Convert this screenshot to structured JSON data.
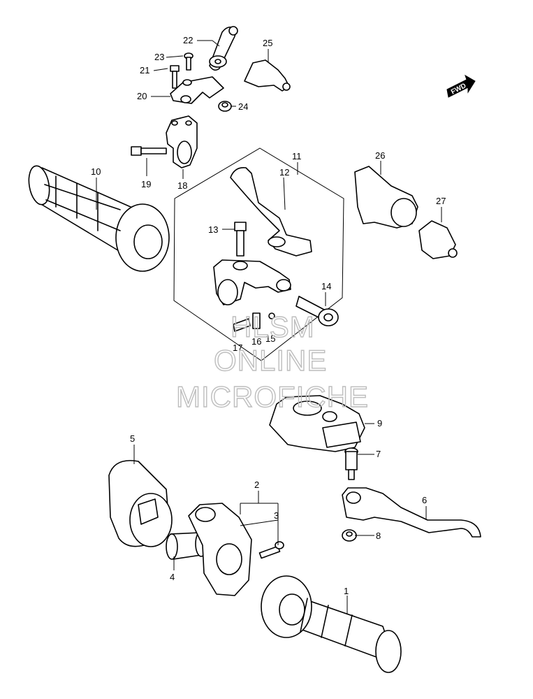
{
  "fwd_badge": "FWD",
  "watermark": {
    "line1": "HLSM",
    "line2": "ONLINE",
    "line3": "MICROFICHE",
    "color": "#bdbdbd"
  },
  "callouts": {
    "c1": "1",
    "c2": "2",
    "c3": "3",
    "c4": "4",
    "c5": "5",
    "c6": "6",
    "c7": "7",
    "c8": "8",
    "c9": "9",
    "c10": "10",
    "c11": "11",
    "c12": "12",
    "c13": "13",
    "c14": "14",
    "c15": "15",
    "c16": "16",
    "c17": "17",
    "c18": "18",
    "c19": "19",
    "c20": "20",
    "c21": "21",
    "c22": "22",
    "c23": "23",
    "c24": "24",
    "c25": "25",
    "c26": "26",
    "c27": "27"
  }
}
